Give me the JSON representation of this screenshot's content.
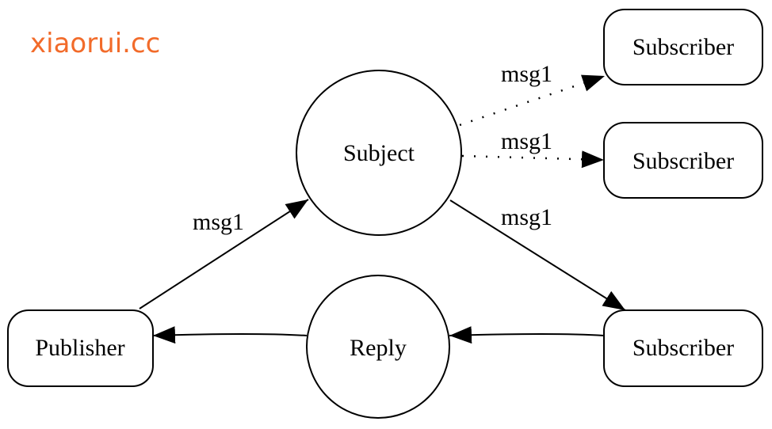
{
  "watermark": {
    "text": "xiaorui.cc",
    "color": "#f26b2a"
  },
  "nodes": {
    "subject": "Subject",
    "reply": "Reply",
    "publisher": "Publisher",
    "subscriber1": "Subscriber",
    "subscriber2": "Subscriber",
    "subscriber3": "Subscriber"
  },
  "edges": {
    "publisher_subject": "msg1",
    "subject_sub1": "msg1",
    "subject_sub2": "msg1",
    "subject_sub3": "msg1"
  }
}
